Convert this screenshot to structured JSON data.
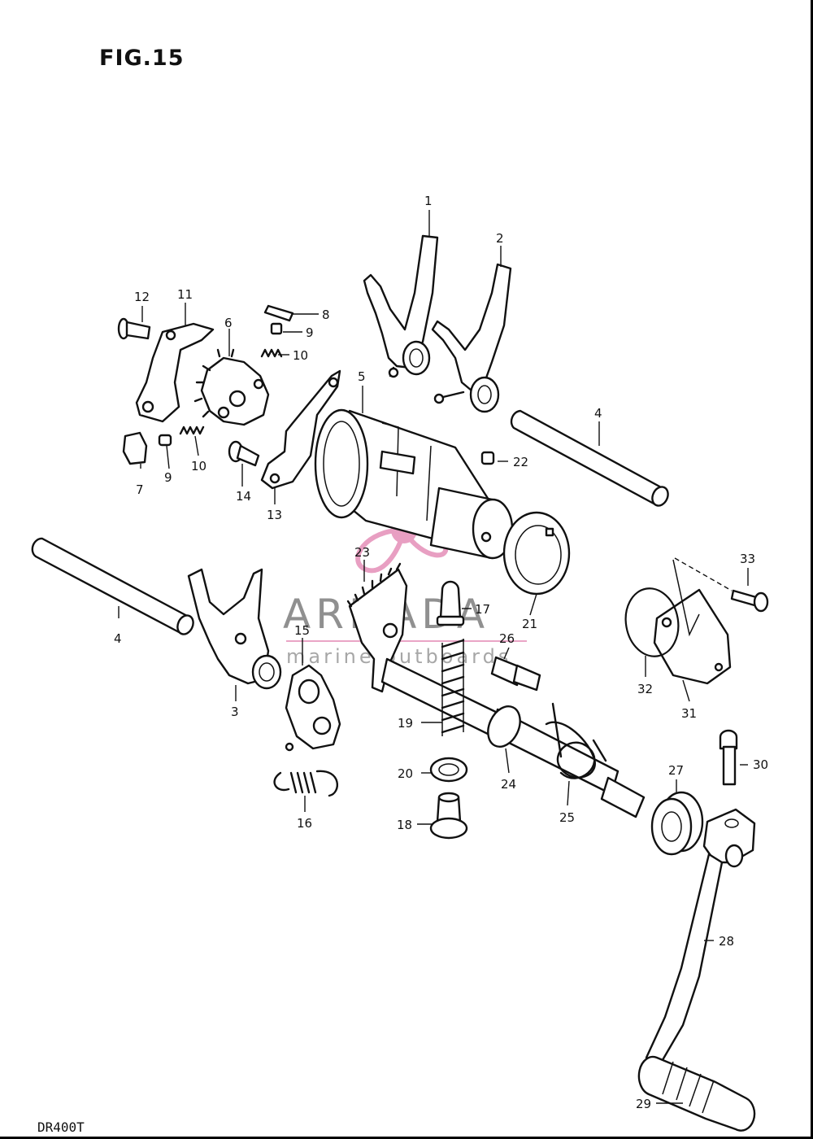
{
  "figure": {
    "title": "FIG.15",
    "model": "DR400T"
  },
  "watermark": {
    "brand": "ARMADA",
    "tagline": "marine outboards",
    "color": "#e58fb8"
  },
  "callouts": [
    {
      "id": "c1",
      "label": "1"
    },
    {
      "id": "c2",
      "label": "2"
    },
    {
      "id": "c3",
      "label": "3"
    },
    {
      "id": "c4a",
      "label": "4"
    },
    {
      "id": "c4b",
      "label": "4"
    },
    {
      "id": "c5",
      "label": "5"
    },
    {
      "id": "c6",
      "label": "6"
    },
    {
      "id": "c7",
      "label": "7"
    },
    {
      "id": "c8",
      "label": "8"
    },
    {
      "id": "c9a",
      "label": "9"
    },
    {
      "id": "c9b",
      "label": "9"
    },
    {
      "id": "c10a",
      "label": "10"
    },
    {
      "id": "c10b",
      "label": "10"
    },
    {
      "id": "c11",
      "label": "11"
    },
    {
      "id": "c12",
      "label": "12"
    },
    {
      "id": "c13",
      "label": "13"
    },
    {
      "id": "c14",
      "label": "14"
    },
    {
      "id": "c15",
      "label": "15"
    },
    {
      "id": "c16",
      "label": "16"
    },
    {
      "id": "c17",
      "label": "17"
    },
    {
      "id": "c18",
      "label": "18"
    },
    {
      "id": "c19",
      "label": "19"
    },
    {
      "id": "c20",
      "label": "20"
    },
    {
      "id": "c21",
      "label": "21"
    },
    {
      "id": "c22",
      "label": "22"
    },
    {
      "id": "c23",
      "label": "23"
    },
    {
      "id": "c24",
      "label": "24"
    },
    {
      "id": "c25",
      "label": "25"
    },
    {
      "id": "c26",
      "label": "26"
    },
    {
      "id": "c27",
      "label": "27"
    },
    {
      "id": "c28",
      "label": "28"
    },
    {
      "id": "c29",
      "label": "29"
    },
    {
      "id": "c30",
      "label": "30"
    },
    {
      "id": "c31",
      "label": "31"
    },
    {
      "id": "c32",
      "label": "32"
    },
    {
      "id": "c33",
      "label": "33"
    }
  ]
}
